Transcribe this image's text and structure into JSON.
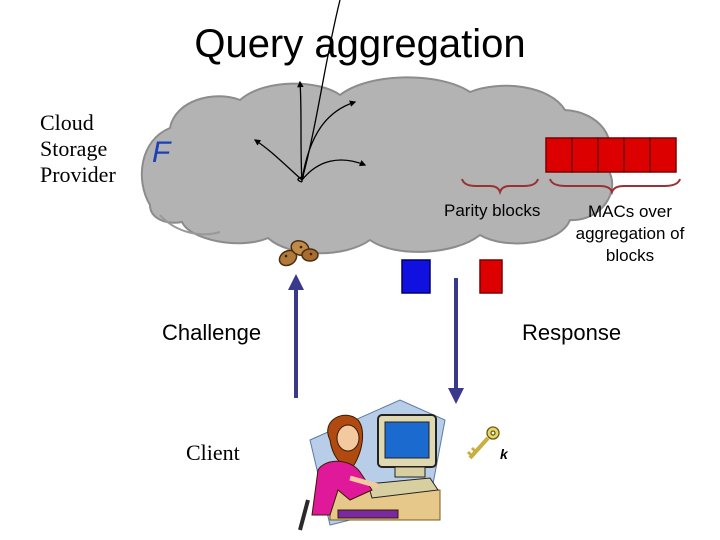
{
  "title": "Query aggregation",
  "provider": {
    "line1": "Cloud",
    "line2": "Storage",
    "line3": "Provider"
  },
  "file_label": "F",
  "parity_label": "Parity blocks",
  "macs_label": {
    "line1": "MACs over",
    "line2": "aggregation of",
    "line3": "blocks"
  },
  "challenge_label": "Challenge",
  "response_label": "Response",
  "client_label": "Client",
  "key_label": "k",
  "colors": {
    "cloud": "#b3b3b3",
    "mac_block": "#dd0000",
    "parity_block": "#1010e0",
    "response_block": "#dd0000",
    "arrow": "#3a3a8c",
    "brace": "#993333",
    "file_label": "#1a3fb8"
  },
  "icons": {
    "client": "woman-at-computer-icon",
    "key": "key-icon",
    "cookies": "cookies-icon"
  }
}
